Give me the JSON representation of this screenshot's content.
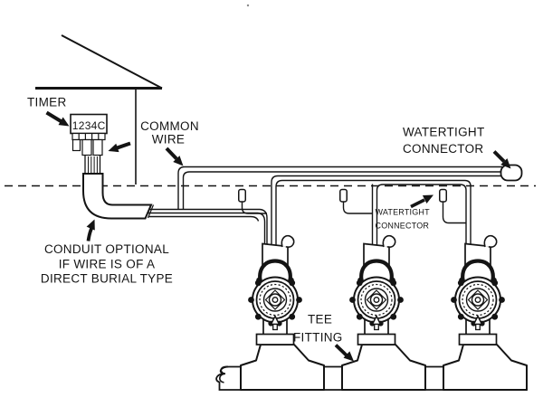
{
  "diagram": {
    "background": "#ffffff",
    "line_color": "#141414",
    "labels": {
      "timer": "TIMER",
      "timer_display": "1234C",
      "common_wire_line1": "COMMON",
      "common_wire_line2": "WIRE",
      "watertight_top_line1": "WATERTIGHT",
      "watertight_top_line2": "CONNECTOR",
      "watertight_small_line1": "WATERTIGHT",
      "watertight_small_line2": "CONNECTOR",
      "conduit_line1": "CONDUIT OPTIONAL",
      "conduit_line2": "IF WIRE IS OF A",
      "conduit_line3": "DIRECT BURIAL TYPE",
      "tee_line1": "TEE",
      "tee_line2": "FITTING"
    }
  }
}
